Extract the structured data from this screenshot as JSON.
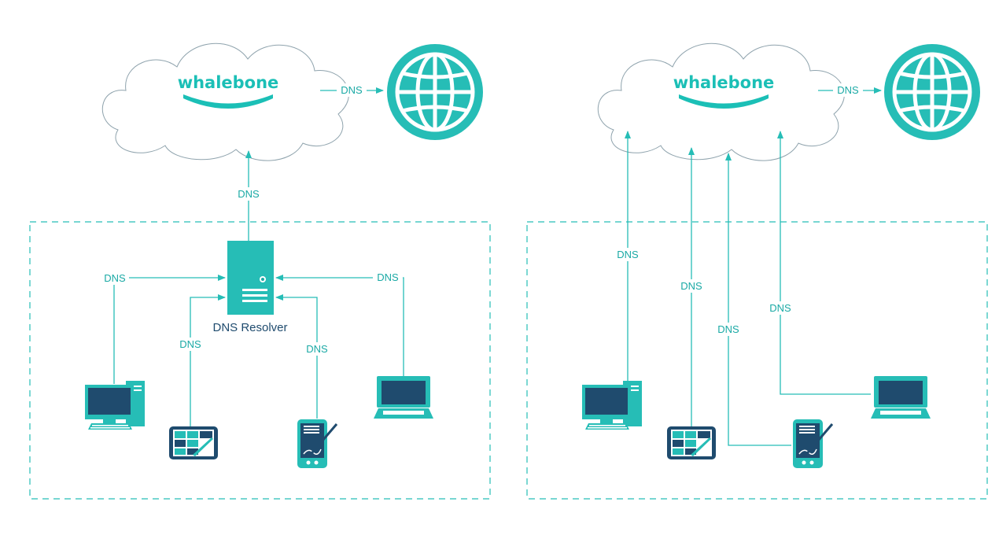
{
  "brand": "whalebone",
  "edge_label": "DNS",
  "resolver_label": "DNS Resolver",
  "colors": {
    "accent": "#26bdb6",
    "dark": "#1f4b6e",
    "cloud_outline": "#8fa3ad"
  },
  "icons": [
    "cloud-icon",
    "globe-icon",
    "server-icon",
    "desktop-computer-icon",
    "tablet-icon",
    "pda-stylus-icon",
    "laptop-icon"
  ]
}
